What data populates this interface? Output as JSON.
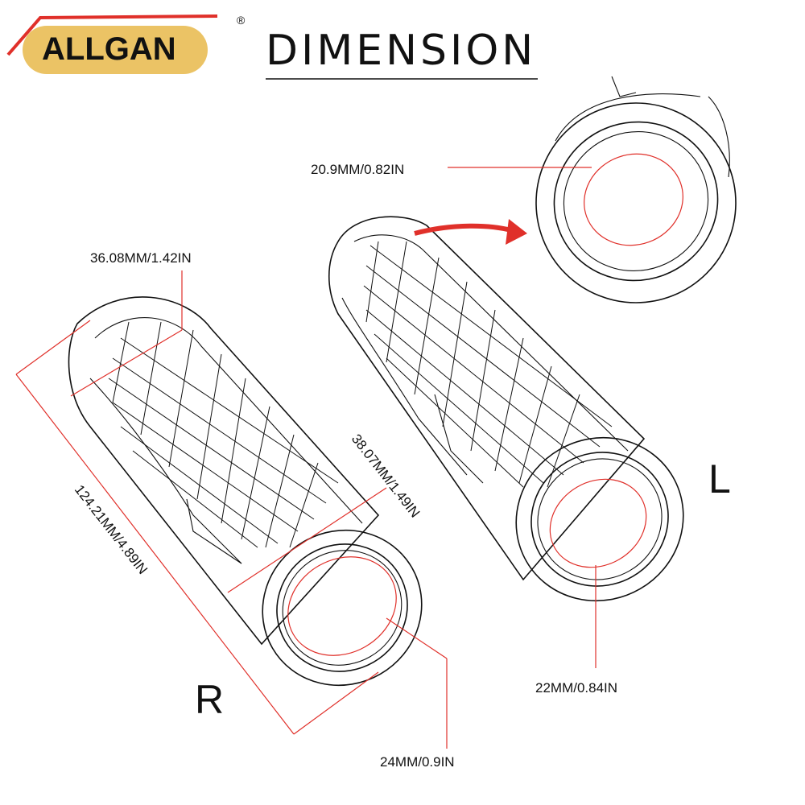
{
  "brand": {
    "logo_text": "ALLGAN",
    "registered": "®"
  },
  "title": "DIMENSION",
  "grips": {
    "right": {
      "side_label": "R"
    },
    "left": {
      "side_label": "L"
    }
  },
  "dimensions": {
    "length": "124.21MM/4.89IN",
    "end_diameter": "36.08MM/1.42IN",
    "body_diameter": "38.07MM/1.49IN",
    "right_inner": "24MM/0.9IN",
    "left_inner": "22MM/0.84IN",
    "detail_inner": "20.9MM/0.82IN"
  },
  "colors": {
    "dimension_line": "#e0302a",
    "arrow": "#e0302a",
    "logo_badge": "#e8b84a",
    "ink": "#111111"
  }
}
